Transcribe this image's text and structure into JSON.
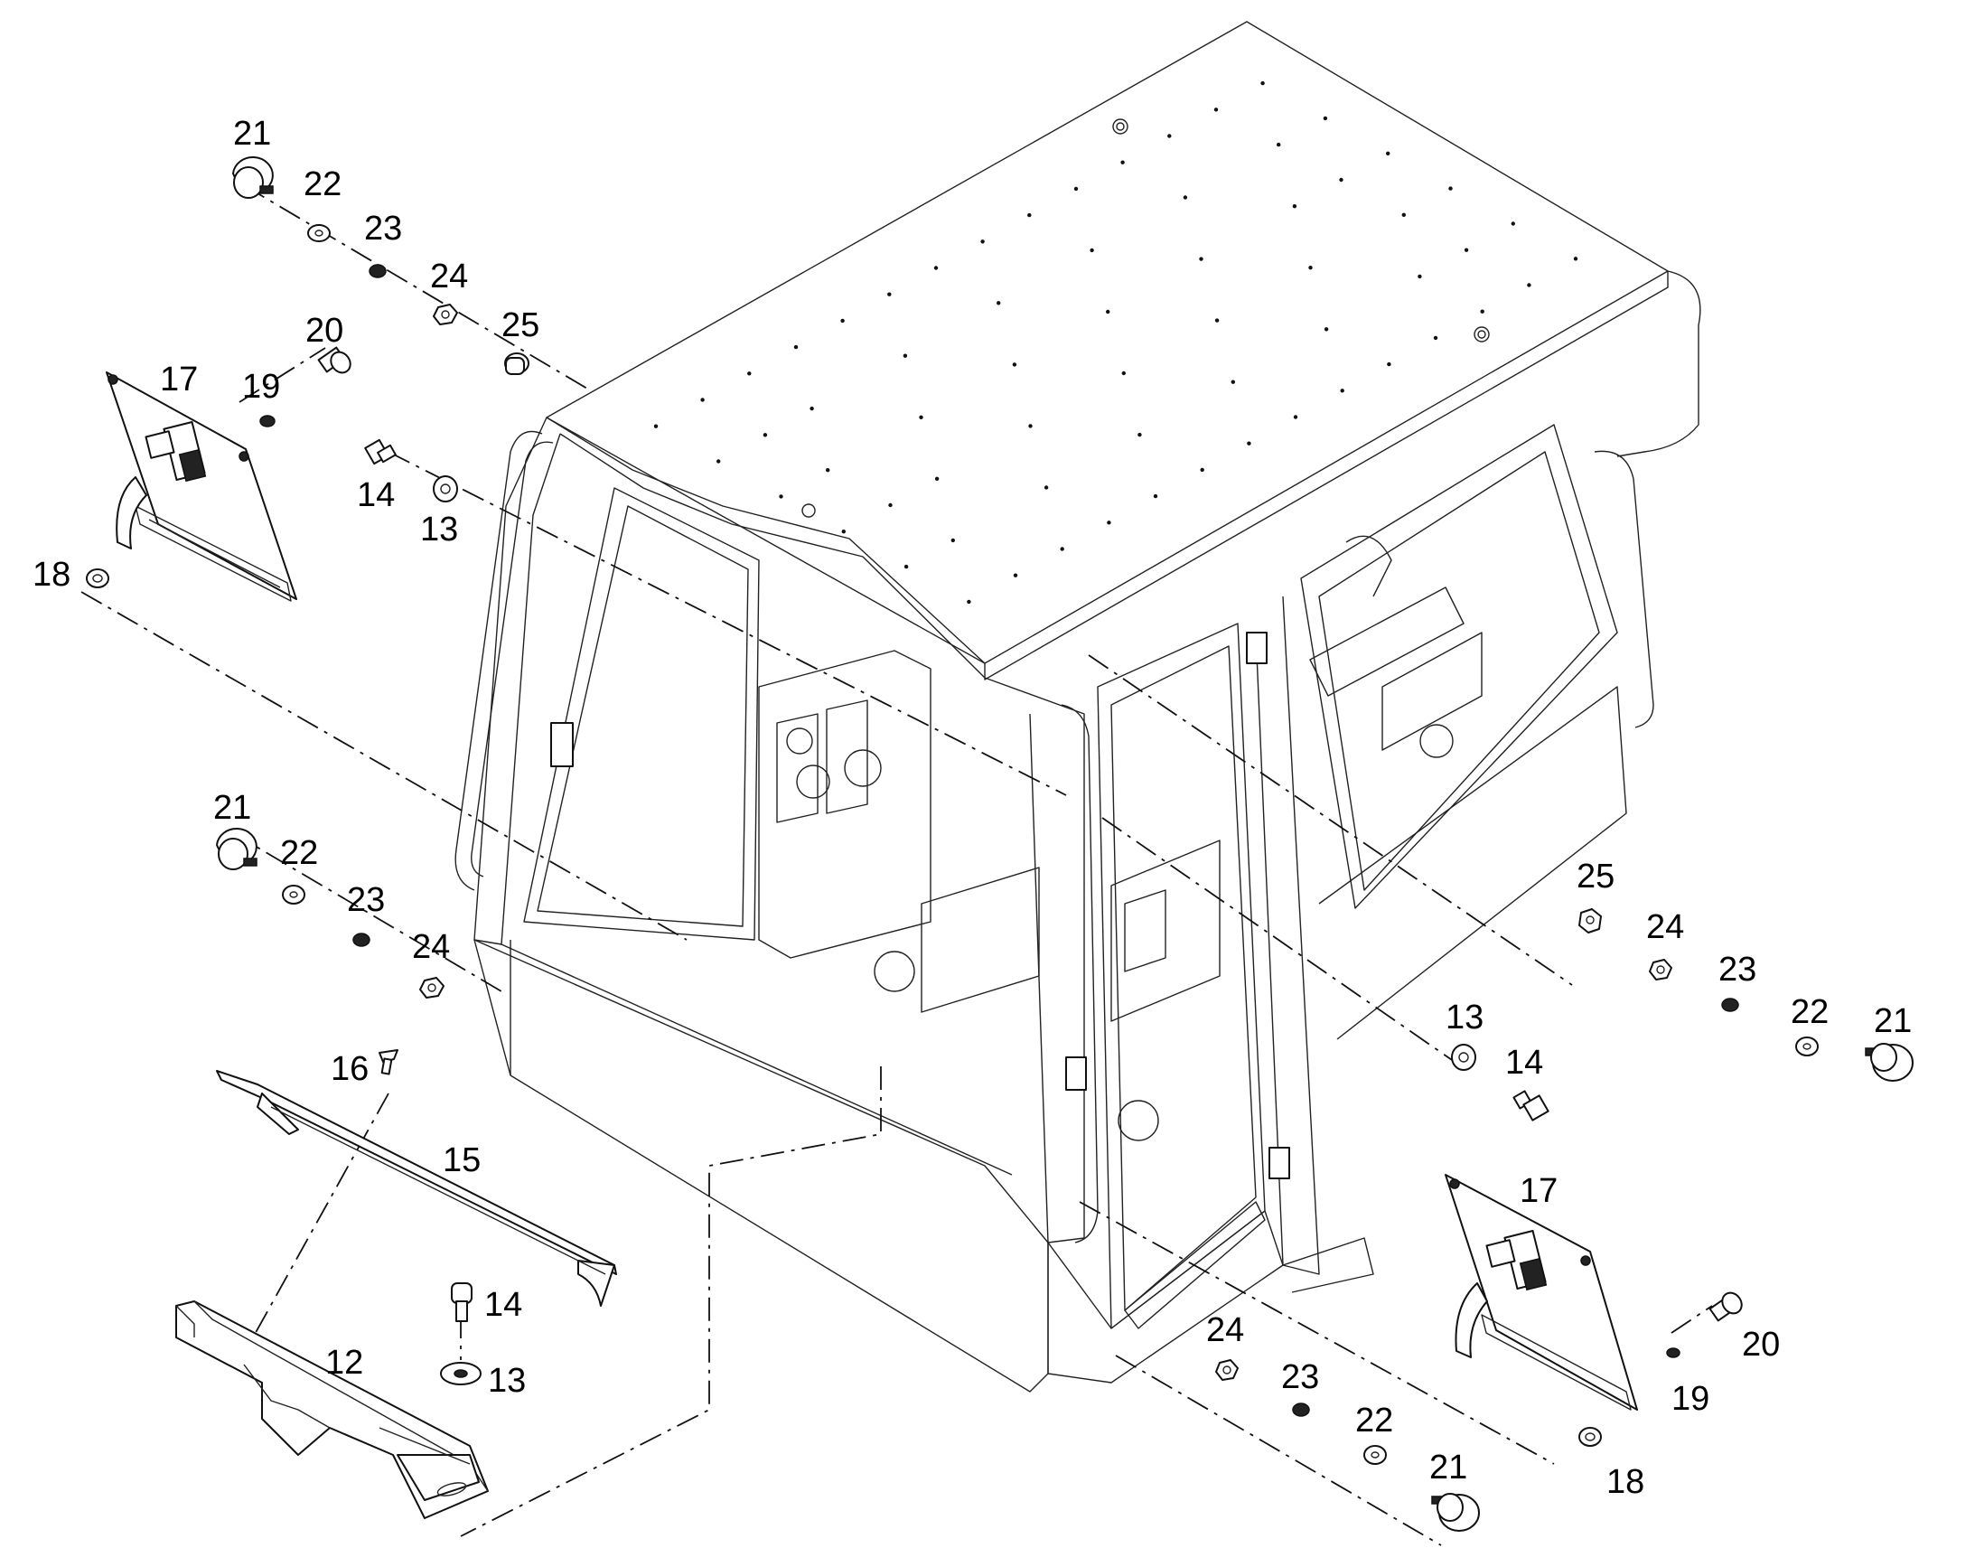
{
  "callouts": [
    {
      "n": "21"
    },
    {
      "n": "22"
    },
    {
      "n": "23"
    },
    {
      "n": "24"
    },
    {
      "n": "25"
    },
    {
      "n": "20"
    },
    {
      "n": "17"
    },
    {
      "n": "19"
    },
    {
      "n": "14"
    },
    {
      "n": "13"
    },
    {
      "n": "18"
    },
    {
      "n": "21"
    },
    {
      "n": "22"
    },
    {
      "n": "23"
    },
    {
      "n": "24"
    },
    {
      "n": "16"
    },
    {
      "n": "15"
    },
    {
      "n": "14"
    },
    {
      "n": "12"
    },
    {
      "n": "13"
    },
    {
      "n": "25"
    },
    {
      "n": "24"
    },
    {
      "n": "23"
    },
    {
      "n": "22"
    },
    {
      "n": "21"
    },
    {
      "n": "13"
    },
    {
      "n": "14"
    },
    {
      "n": "17"
    },
    {
      "n": "20"
    },
    {
      "n": "19"
    },
    {
      "n": "18"
    },
    {
      "n": "24"
    },
    {
      "n": "23"
    },
    {
      "n": "22"
    },
    {
      "n": "21"
    }
  ]
}
